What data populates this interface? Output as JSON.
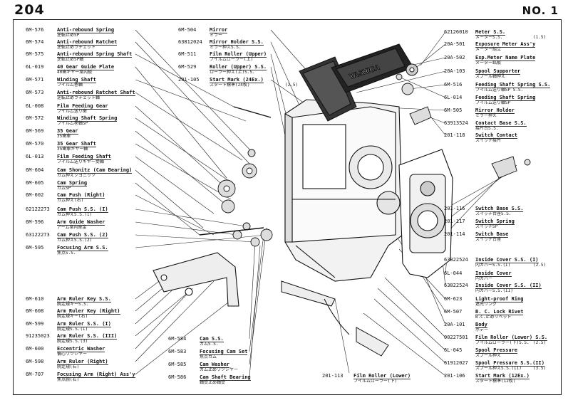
{
  "header": {
    "page_code": "204",
    "page_no": "NO. 1"
  },
  "left_parts": [
    {
      "code": "6M-576",
      "name": "Anti-rebound Spring",
      "sub": "逆転止めSP"
    },
    {
      "code": "6M-574",
      "name": "Anti-rebound Ratchet",
      "sub": "逆転止めラチェット"
    },
    {
      "code": "6M-575",
      "name": "Anti-rebound Spring Shaft",
      "sub": "逆転止めSP軸"
    },
    {
      "code": "6L-019",
      "name": "40 Gear Guide Plate",
      "sub": "40歯ギヤー案内板"
    },
    {
      "code": "6M-571",
      "name": "Winding Shaft",
      "sub": "フイルム巻軸"
    },
    {
      "code": "6M-573",
      "name": "Anti-rebound Ratchet Shaft",
      "sub": "逆転止めラチェット軸"
    },
    {
      "code": "6L-008",
      "name": "Film Feeding Gear",
      "sub": "フイルム送り歯"
    },
    {
      "code": "6M-572",
      "name": "Winding Shaft Spring",
      "sub": "フイルム巻軸SP"
    },
    {
      "code": "6M-569",
      "name": "35 Gear",
      "sub": "35歯車"
    },
    {
      "code": "6M-570",
      "name": "35 Gear Shaft",
      "sub": "35歯車ギヤー軸"
    },
    {
      "code": "6L-013",
      "name": "Film Feeding Shaft",
      "sub": "フイルム送りギヤー受軸"
    },
    {
      "code": "6M-604",
      "name": "Cam Shonitz (Cam Bearing)",
      "sub": "カム押えシヨニッツ"
    },
    {
      "code": "6M-605",
      "name": "Cam Spring",
      "sub": "カムSP"
    },
    {
      "code": "6M-602",
      "name": "Cam Push (Right)",
      "sub": "カム押え(右)"
    },
    {
      "code": "62122273",
      "name": "Cam Push S.S. (I)",
      "sub": "カム押えS.S.(I)"
    },
    {
      "code": "6M-596",
      "name": "Arm Guide Washer",
      "sub": "アーム案内座金"
    },
    {
      "code": "63122273",
      "name": "Cam Push S.S. (2)",
      "sub": "カム押えS.S.(2)"
    },
    {
      "code": "6M-595",
      "name": "Focusing Arm S.S.",
      "sub": "焦点S.S."
    },
    {
      "code": "6M-610",
      "name": "Arm Ruler Key S.S.",
      "sub": "腕定規キーS.S."
    },
    {
      "code": "6M-608",
      "name": "Arm Ruler Key (Right)",
      "sub": "腕定規キー(右)"
    },
    {
      "code": "6M-599",
      "name": "Arm Ruler S.S. (I)",
      "sub": "腕定規S.S.(I)"
    },
    {
      "code": "91235023",
      "name": "Arm Ruler S.S. (III)",
      "sub": "腕定規S.S.(3)"
    },
    {
      "code": "6M-600",
      "name": "Eccentric Washer",
      "sub": "偏心ワツシヤー"
    },
    {
      "code": "6M-598",
      "name": "Arm Ruler (Right)",
      "sub": "腕定規(右)"
    },
    {
      "code": "6M-707",
      "name": "Focusing Arm (Right) Ass'y",
      "sub": "焦点腕(右)"
    }
  ],
  "mid_top_parts": [
    {
      "code": "6M-504",
      "name": "Mirror",
      "sub": "ミラー"
    },
    {
      "code": "63812024",
      "name": "Mirror Holder S.S.",
      "sub": "ミラー押えS.S."
    },
    {
      "code": "6M-511",
      "name": "Film Roller (Upper)",
      "sub": "フイルムローラー(上)"
    },
    {
      "code": "6M-529",
      "name": "Roller (Upper) S.S.",
      "sub": "ローラー押え(上)S.S."
    },
    {
      "code": "201-105",
      "name": "Start Mark (24Ex.)",
      "sub": "スタート標準(24枚)",
      "note": "(2.5)"
    }
  ],
  "mid_bottom_parts": [
    {
      "code": "6M-584",
      "name": "Cam S.S.",
      "sub": "カムS.S."
    },
    {
      "code": "6M-583",
      "name": "Focusing Cam Set",
      "sub": "焦点カム"
    },
    {
      "code": "6M-585",
      "name": "Cam Washer",
      "sub": "カム止めワツシヤー"
    },
    {
      "code": "6M-586",
      "name": "Cam Shaft Bearing",
      "sub": "軸受止め軸受"
    }
  ],
  "bottom_center_part": {
    "code": "201-113",
    "name": "Film Roller (Lower)",
    "sub": "フイルムローラー(下)"
  },
  "right_parts": [
    {
      "code": "62126010",
      "name": "Meter S.S.",
      "sub": "メーターS.S.",
      "note": "(1.5)"
    },
    {
      "code": "20A-501",
      "name": "Exposure Meter Ass'y",
      "sub": "メーター組立"
    },
    {
      "code": "20A-502",
      "name": "Exp.Meter Name Plate",
      "sub": "メーター銘板"
    },
    {
      "code": "20A-103",
      "name": "Spool Supporter",
      "sub": "スプール軸押え"
    },
    {
      "code": "6M-516",
      "name": "Feeding Shaft Spring S.S.",
      "sub": "フイルム送り軸SP S.S."
    },
    {
      "code": "6L-014",
      "name": "Feeding Shaft Spring",
      "sub": "フイルム送り軸SP"
    },
    {
      "code": "6M-505",
      "name": "Mirror Holder",
      "sub": "ミラー押え"
    },
    {
      "code": "63913524",
      "name": "Contact Base S.S.",
      "sub": "接片台S.S."
    },
    {
      "code": "201-118",
      "name": "Switch Contact",
      "sub": "スイッチ接片"
    },
    {
      "code": "201-116",
      "name": "Switch Base S.S.",
      "sub": "スイッチ台座S.S."
    },
    {
      "code": "201-117",
      "name": "Switch Spring",
      "sub": "スイッチSP"
    },
    {
      "code": "201-114",
      "name": "Switch Base",
      "sub": "スイッチ台座"
    },
    {
      "code": "63822524",
      "name": "Inside Cover S.S. (I)",
      "sub": "内カバーS.S.(I)",
      "note": "(2.5)"
    },
    {
      "code": "6L-044",
      "name": "Inside Cover",
      "sub": "内カバー"
    },
    {
      "code": "63822524",
      "name": "Inside Cover S.S. (II)",
      "sub": "内カバーS.S.(II)"
    },
    {
      "code": "6M-623",
      "name": "Light-proof Ring",
      "sub": "遮光リング"
    },
    {
      "code": "6M-507",
      "name": "B. C. Lock Rivet",
      "sub": "B.C.止めリベット"
    },
    {
      "code": "20A-101",
      "name": "Body",
      "sub": "ボデー"
    },
    {
      "code": "00227501",
      "name": "Film Roller (Lower) S.S.",
      "sub": "フイルムローラー(下)S.S.",
      "note": "(2.5)"
    },
    {
      "code": "6L-045",
      "name": "Spool Pressure",
      "sub": "スプール押え"
    },
    {
      "code": "61912027",
      "name": "Spool Pressure S.S.(II)",
      "sub": "スプール押えS.S.(II)",
      "note": "(3.5)"
    },
    {
      "code": "201-106",
      "name": "Start Mark (12Ex.)",
      "sub": "スタート標準(12枚)"
    }
  ],
  "camera_brand": "YASHICA"
}
